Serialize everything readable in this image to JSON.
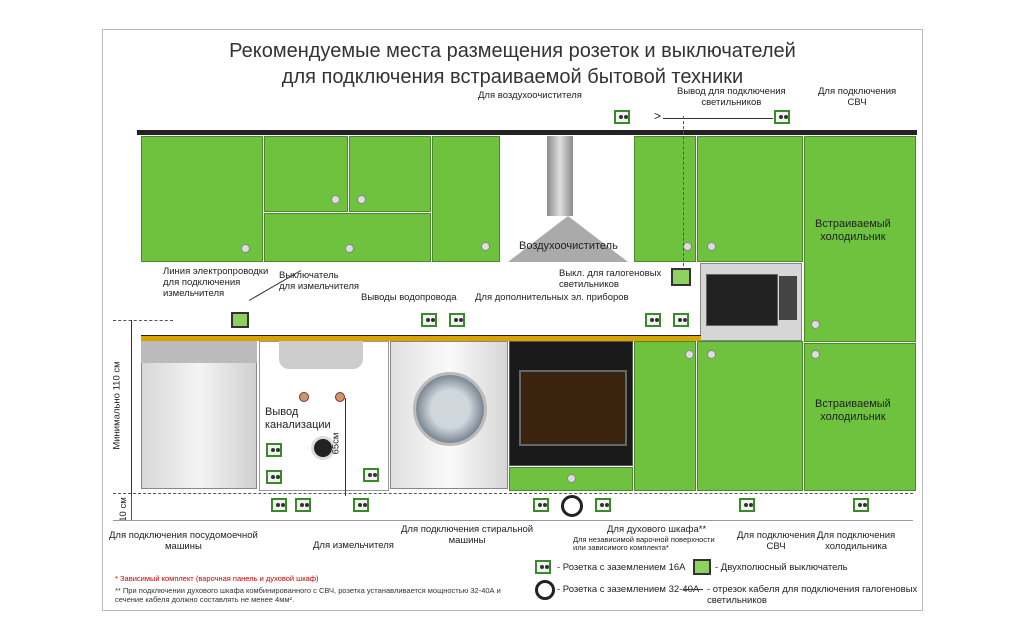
{
  "title": {
    "line1": "Рекомендуемые места размещения розеток и выключателей",
    "line2": "для подключения встраиваемой бытовой техники"
  },
  "labels": {
    "hood_socket": "Для воздухоочистителя",
    "lights_out": "Вывод для подключения\nсветильников",
    "microwave_top": "Для подключения\nСВЧ",
    "hood": "Воздухоочиститель",
    "fridge1": "Встраиваемый\nхолодильник",
    "fridge2": "Встраиваемый\nхолодильник",
    "wire_line": "Линия электропроводки\nдля подключения\nизмельчителя",
    "grinder_switch": "Выключатель\nдля измельчителя",
    "water": "Выводы водопровода",
    "extra": "Для дополнительных  эл. приборов",
    "halogen_switch": "Выкл. для галогеновых\nсветильников",
    "drain": "Вывод\nканализации",
    "dim_65": "65см",
    "dim_110": "Минимально 110 см",
    "dim_10": "10 см",
    "dishwasher": "Для подключения посудомоечной\nмашины",
    "grinder": "Для измельчителя",
    "washer": "Для подключения стиральной\nмашины",
    "oven": "Для духового шкафа**",
    "hob": "Для независимой варочной поверхности\nили зависимого комплекта*",
    "microwave_bottom": "Для подключения\nСВЧ",
    "fridge_bottom": "Для подключения\nхолодильника"
  },
  "legend": {
    "socket16": "- Розетка с заземлением 16А",
    "double_switch": "- Двухполюсный выключатель",
    "socket32": "- Розетка с заземлением 32-40А",
    "cable": "- отрезок кабеля для подключения галогеновых\nсветильников"
  },
  "notes": {
    "n1": "* Зависимый комплект (варочная панель и духовой шкаф)",
    "n2": "** При подключении духового шкафа комбинированного с СВЧ, розетка устанавливается мощностью 32-40А и\nсечение кабеля должно составлять не менее 4мм²."
  },
  "colors": {
    "cabinet": "#6fc23e",
    "switch": "#8fd160",
    "socket_border": "#3a8a2a"
  }
}
